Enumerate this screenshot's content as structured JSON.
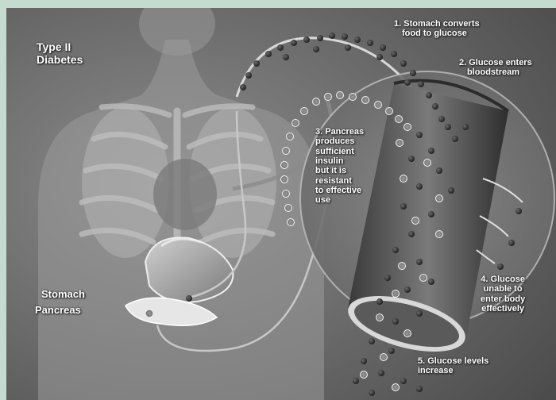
{
  "colors": {
    "frame_bg": "#c5dbd0",
    "illustration_bg": "#6e6e6e",
    "label_text": "#ffffff",
    "glucose_dark": "#2a2a2a",
    "glucose_light": "#ececec"
  },
  "title": {
    "line1": "Type II",
    "line2": "Diabetes"
  },
  "steps": [
    {
      "line1": "1. Stomach converts",
      "line2": "food to glucose"
    },
    {
      "line1": "2. Glucose enters",
      "line2": "bloodstream"
    },
    {
      "line1": "3. Pancreas",
      "line2": "produces",
      "line3": "sufficient",
      "line4": "insulin",
      "line5": "but it is",
      "line6": "resistant",
      "line7": "to effective",
      "line8": "use"
    },
    {
      "line1": "4. Glucose",
      "line2": "unable to",
      "line3": "enter body",
      "line4": "effectively"
    },
    {
      "line1": "5. Glucose levels",
      "line2": "increase"
    }
  ],
  "organ_labels": {
    "stomach": "Stomach",
    "pancreas": "Pancreas"
  }
}
